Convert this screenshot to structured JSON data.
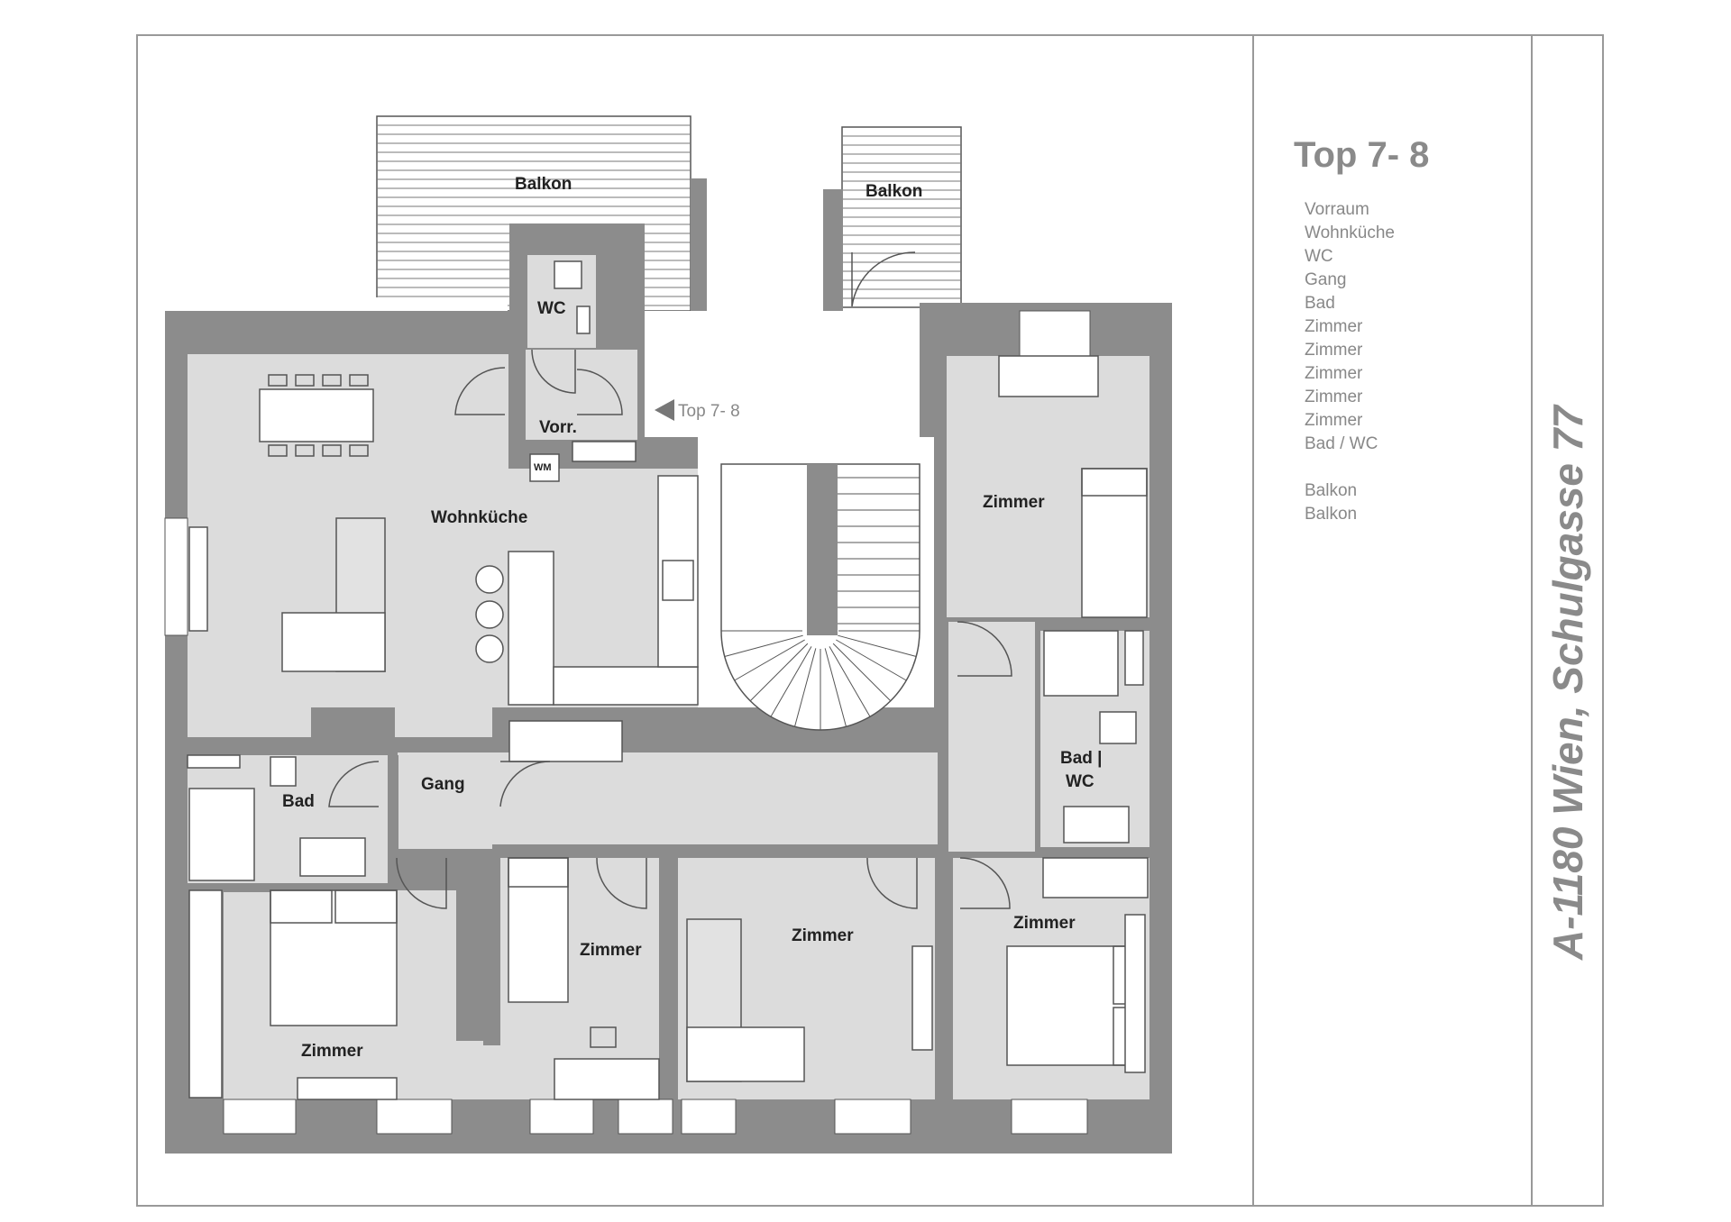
{
  "sheet": {
    "unit_title": "Top 7- 8",
    "address": "A-1180 Wien, Schulgasse 77",
    "legend": [
      "Vorraum",
      "Wohnküche",
      "WC",
      "Gang",
      "Bad",
      "Zimmer",
      "Zimmer",
      "Zimmer",
      "Zimmer",
      "Zimmer",
      "Bad / WC",
      "",
      "Balkon",
      "Balkon"
    ]
  },
  "plan": {
    "entrance_label": "Top 7- 8",
    "rooms": {
      "balkon_left": "Balkon",
      "balkon_right": "Balkon",
      "wc": "WC",
      "vorraum": "Vorr.",
      "wm": "WM",
      "wohnkueche": "Wohnküche",
      "zimmer_ne": "Zimmer",
      "bad": "Bad",
      "gang": "Gang",
      "bad_wc_line1": "Bad |",
      "bad_wc_line2": "WC",
      "zimmer_sw": "Zimmer",
      "zimmer_s2": "Zimmer",
      "zimmer_s3": "Zimmer",
      "zimmer_se": "Zimmer"
    }
  },
  "colors": {
    "wall": "#8c8c8c",
    "floor": "#dcdcdc",
    "frame": "#999999",
    "legend_text": "#888888"
  }
}
